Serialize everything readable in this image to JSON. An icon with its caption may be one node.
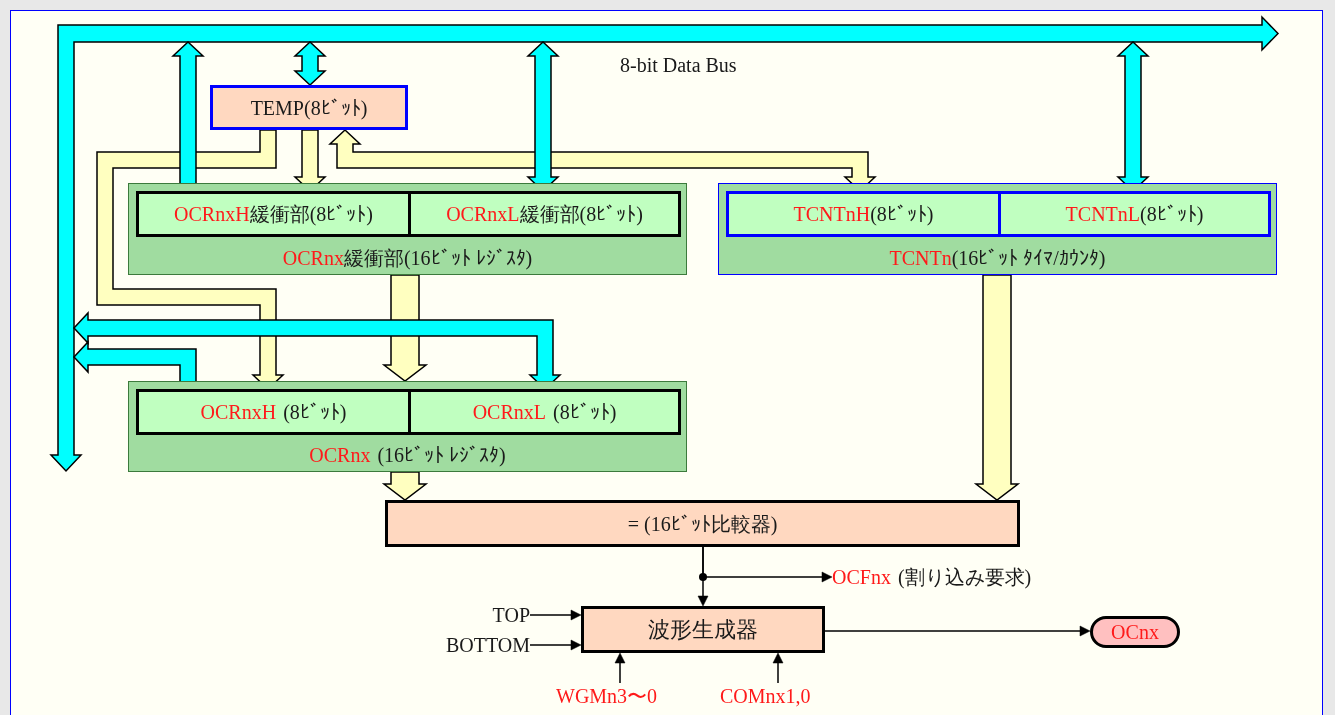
{
  "diagram": {
    "nodes": [
      {
        "text": [],
        "shape": "bar",
        "beside": [
          "8-bit Data Bus"
        ]
      },
      {
        "text": [
          "TEMP(8ﾋﾞｯﾄ)"
        ]
      },
      {
        "text": [
          "OCRnx",
          "緩衝部(16ﾋﾞｯﾄ ﾚｼﾞｽﾀ)"
        ]
      },
      {
        "text": [
          "OCRnxH",
          "緩衝部(8ﾋﾞｯﾄ)"
        ],
        "in": 2
      },
      {
        "text": [
          "OCRnxL",
          "緩衝部(8ﾋﾞｯﾄ)"
        ],
        "in": 2
      },
      {
        "text": [
          "TCNTn",
          "(16ﾋﾞｯﾄ ﾀｲﾏ/ｶｳﾝﾀ)"
        ]
      },
      {
        "text": [
          "TCNTnH",
          "(8ﾋﾞｯﾄ)"
        ],
        "in": 5
      },
      {
        "text": [
          "TCNTnL",
          "(8ﾋﾞｯﾄ)"
        ],
        "in": 5
      },
      {
        "text": [
          "OCRnx",
          "(16ﾋﾞｯﾄ ﾚｼﾞｽﾀ)"
        ]
      },
      {
        "text": [
          "OCRnxH",
          "(8ﾋﾞｯﾄ)"
        ],
        "in": 8
      },
      {
        "text": [
          "OCRnxL",
          "(8ﾋﾞｯﾄ)"
        ],
        "in": 8
      },
      {
        "text": [
          "= (16ﾋﾞｯﾄ比較器)"
        ]
      },
      {
        "text": [
          "OCFnx",
          "(割り込み要求)"
        ]
      },
      {
        "text": [
          "波形生成器"
        ]
      },
      {
        "text": [
          "TOP"
        ]
      },
      {
        "text": [
          "BOTTOM"
        ]
      },
      {
        "text": [
          "WGMn3〜0"
        ]
      },
      {
        "text": [
          "COMnx1,0"
        ]
      },
      {
        "text": [
          "OCnx"
        ]
      }
    ],
    "edges": [
      {
        "from": 0,
        "to": 1,
        "arrow": "both",
        "color": "#00ffff"
      },
      {
        "from": 3,
        "to": 0,
        "arrow": "to",
        "color": "#00ffff"
      },
      {
        "from": 0,
        "to": 4,
        "arrow": "both",
        "color": "#00ffff"
      },
      {
        "from": 0,
        "to": 7,
        "arrow": "both",
        "color": "#00ffff"
      },
      {
        "from": 1,
        "to": 3,
        "arrow": "to",
        "color": "#ffffc0"
      },
      {
        "from": 1,
        "to": 6,
        "arrow": "both",
        "color": "#ffffc0"
      },
      {
        "from": 1,
        "to": 9,
        "arrow": "to",
        "color": "#ffffc0"
      },
      {
        "from": 2,
        "to": 8,
        "arrow": "to",
        "color": "#ffffc0"
      },
      {
        "from": 0,
        "to": 10,
        "arrow": "both",
        "color": "#00ffff"
      },
      {
        "from": 9,
        "to": 0,
        "arrow": "to",
        "color": "#00ffff"
      },
      {
        "from": 5,
        "to": 11,
        "arrow": "to",
        "color": "#ffffc0"
      },
      {
        "from": 8,
        "to": 11,
        "arrow": "to",
        "color": "#ffffc0"
      },
      {
        "from": 11,
        "to": 12,
        "arrow": "to"
      },
      {
        "from": 11,
        "to": 13,
        "arrow": "to"
      },
      {
        "from": 14,
        "to": 13,
        "arrow": "to"
      },
      {
        "from": 15,
        "to": 13,
        "arrow": "to"
      },
      {
        "from": 16,
        "to": 13,
        "arrow": "to"
      },
      {
        "from": 17,
        "to": 13,
        "arrow": "to"
      },
      {
        "from": 13,
        "to": 18,
        "arrow": "to"
      }
    ]
  }
}
